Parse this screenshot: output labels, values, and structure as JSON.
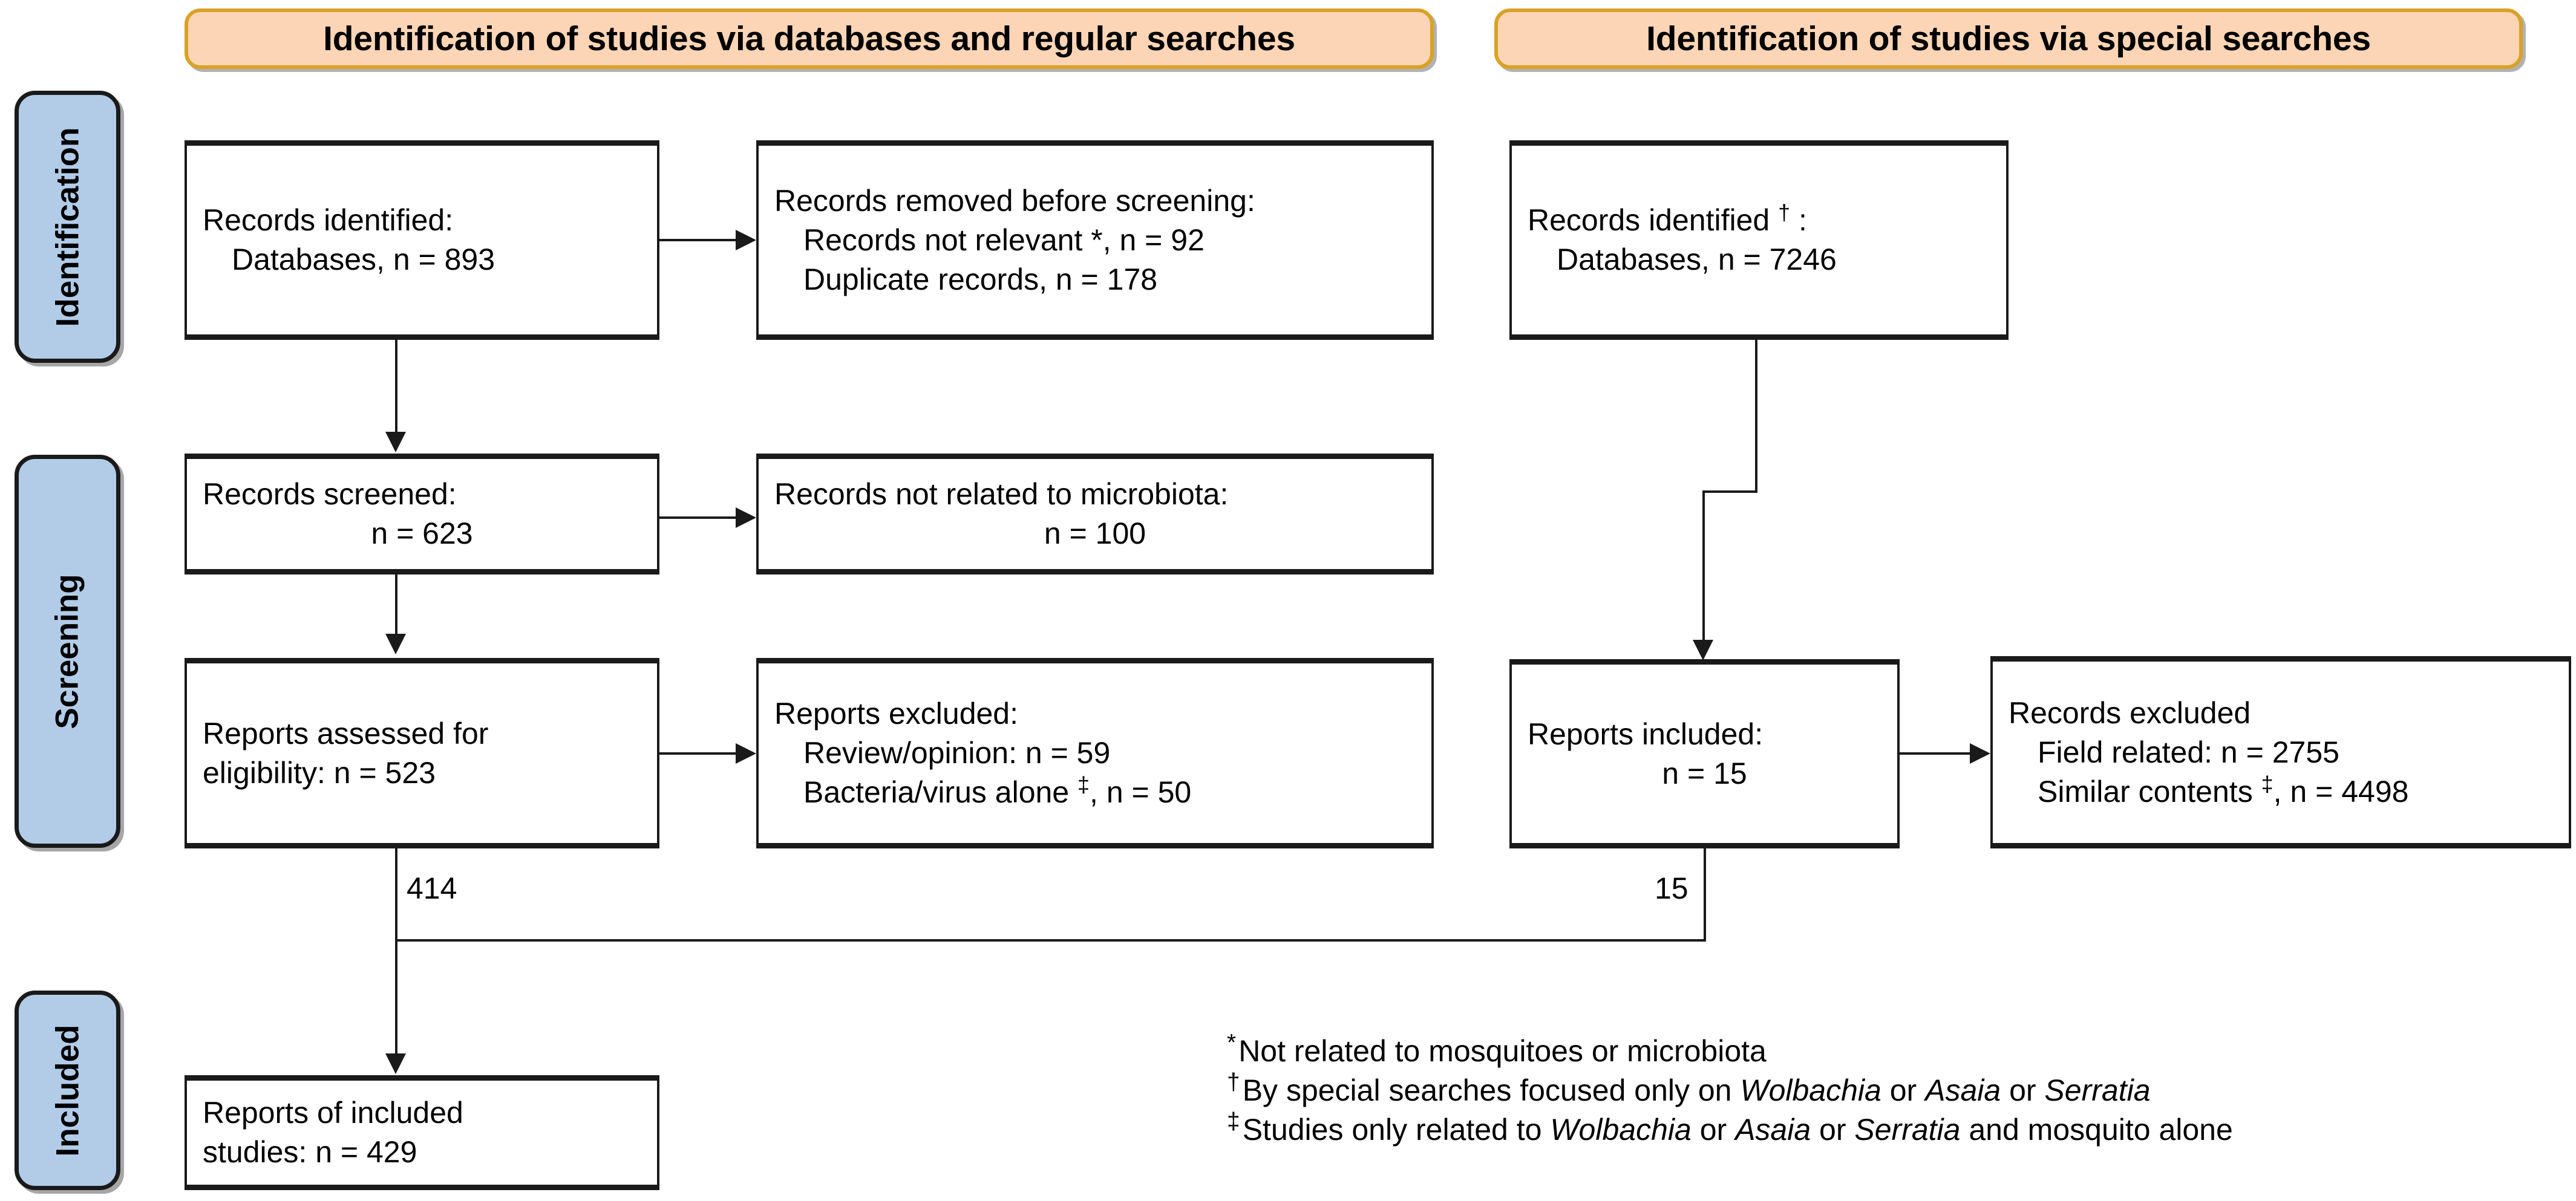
{
  "banners": [
    {
      "id": "databases-regular",
      "label": "Identification of studies via databases and regular searches"
    },
    {
      "id": "special",
      "label": "Identification of studies via special searches"
    }
  ],
  "stages": [
    {
      "id": "identification",
      "label": "Identification"
    },
    {
      "id": "screening",
      "label": "Screening"
    },
    {
      "id": "included",
      "label": "Included"
    }
  ],
  "boxes": {
    "records_identified_db": {
      "line1": "Records identified:",
      "line2": "Databases, n = 893"
    },
    "records_removed": {
      "line1": "Records removed before screening:",
      "line2": "Records not relevant *, n = 92",
      "line3": "Duplicate records, n = 178"
    },
    "records_identified_special": {
      "line1_prefix": "Records identified ",
      "line1_mark": "†",
      "line1_suffix": " :",
      "line2": "Databases, n = 7246"
    },
    "records_screened": {
      "line1": "Records screened:",
      "line2": "n = 623"
    },
    "records_not_related": {
      "line1": "Records not related to microbiota:",
      "line2": "n = 100"
    },
    "reports_assessed": {
      "line1": "Reports assessed for",
      "line2": "eligibility: n = 523"
    },
    "reports_excluded": {
      "line1": "Reports excluded:",
      "line2": "Review/opinion: n = 59",
      "line3_prefix": "Bacteria/virus alone ",
      "line3_mark": "‡",
      "line3_suffix": ", n = 50"
    },
    "reports_included": {
      "line1": "Reports included:",
      "line2": "n = 15"
    },
    "records_excluded_special": {
      "line1": "Records excluded",
      "line2": "Field related: n = 2755",
      "line3_prefix": "Similar contents ",
      "line3_mark": "‡",
      "line3_suffix": ", n = 4498"
    },
    "reports_of_included": {
      "line1": "Reports of included",
      "line2": "studies: n = 429"
    }
  },
  "edge_labels": {
    "left_to_included": "414",
    "right_to_included": "15"
  },
  "footnotes": [
    {
      "mark": "*",
      "text_before": "Not related to mosquitoes or microbiota",
      "italics": [],
      "text_after": ""
    },
    {
      "mark": "†",
      "text_before": "By special searches focused only on ",
      "italic1": "Wolbachia",
      "mid1": " or ",
      "italic2": "Asaia",
      "mid2": " or ",
      "italic3": "Serratia",
      "text_after": ""
    },
    {
      "mark": "‡",
      "text_before": "Studies only related to ",
      "italic1": "Wolbachia",
      "mid1": " or ",
      "italic2": "Asaia",
      "mid2": " or ",
      "italic3": "Serratia",
      "text_after": " and mosquito alone"
    }
  ],
  "colors": {
    "banner_fill": "#FBD5B5",
    "banner_border": "#D9A227",
    "pill_fill": "#B2CCE8",
    "outline": "#1a1a1a",
    "background": "#FFFFFF"
  }
}
